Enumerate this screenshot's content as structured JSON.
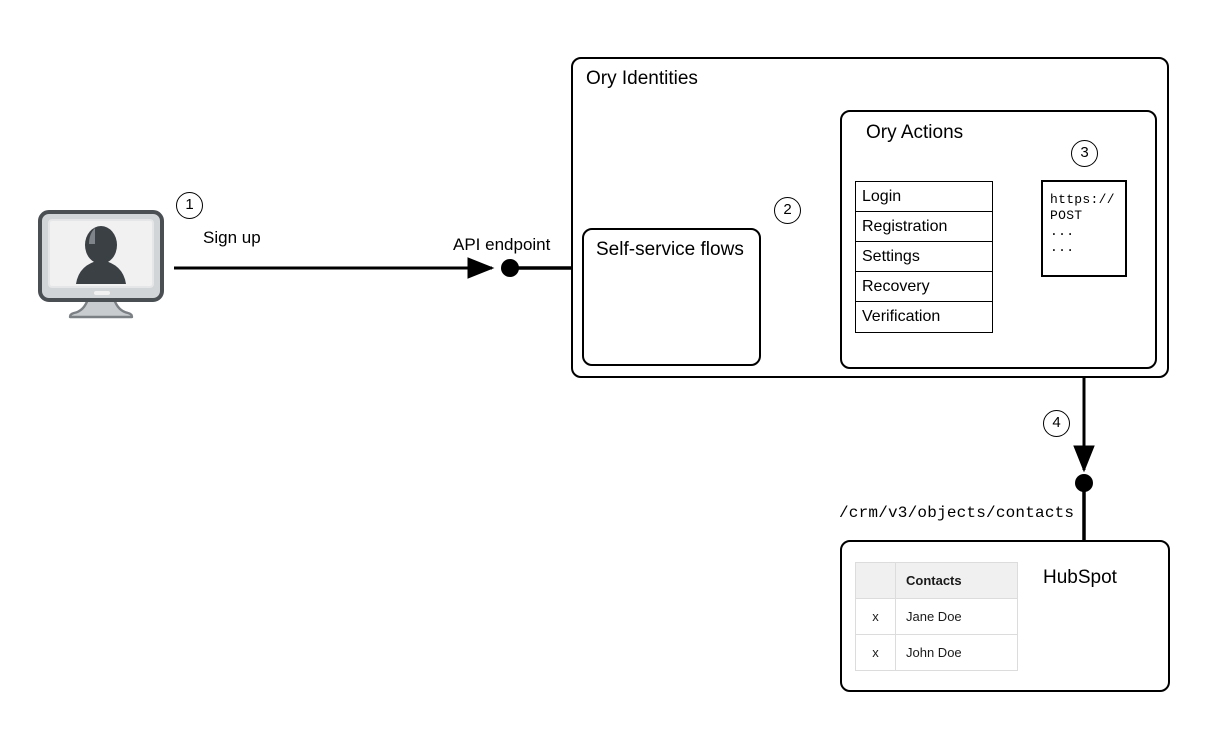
{
  "diagram": {
    "title_unrendered": "",
    "steps": [
      "1",
      "2",
      "3",
      "4"
    ],
    "client": {
      "icon": "user-monitor-icon",
      "step": "1"
    },
    "edges": {
      "signup_label": "Sign up",
      "api_endpoint_label": "API endpoint",
      "crm_path_label": "/crm/v3/objects/contacts"
    },
    "ory_identities": {
      "title": "Ory Identities",
      "self_service": {
        "title": "Self-service flows"
      },
      "ory_actions": {
        "title": "Ory Actions",
        "step": "2",
        "flows": [
          {
            "label": "Login"
          },
          {
            "label": "Registration"
          },
          {
            "label": "Settings"
          },
          {
            "label": "Recovery"
          },
          {
            "label": "Verification"
          }
        ],
        "webhook": {
          "step": "3",
          "lines": [
            "https://",
            "POST",
            "...",
            "..."
          ]
        }
      }
    },
    "hubspot": {
      "title": "HubSpot",
      "step": "4",
      "table": {
        "headers": [
          "",
          "Contacts"
        ],
        "rows": [
          {
            "mark": "x",
            "name": "Jane Doe"
          },
          {
            "mark": "x",
            "name": "John Doe"
          }
        ]
      }
    },
    "colors": {
      "stroke": "#000000",
      "background": "#ffffff",
      "table_header_bg": "#f0f0f0",
      "table_border": "#dcdcdc",
      "monitor_frame": "#4a4f54",
      "monitor_screen": "#f0f0f0",
      "monitor_body": "#c9ccce",
      "avatar": "#3b4045"
    }
  }
}
